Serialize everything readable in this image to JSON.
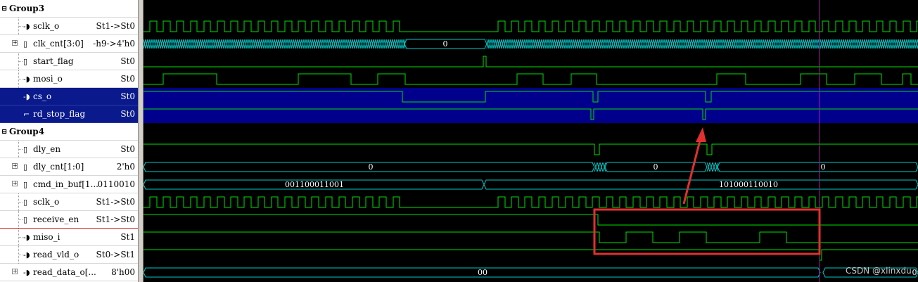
{
  "colors": {
    "signal": "#00e000",
    "bus": "#00c8c8",
    "selected_bg": "#00008c",
    "cursor": "#a020a0",
    "annotation": "#e03030"
  },
  "groups": [
    {
      "name": "Group3"
    },
    {
      "name": "Group4"
    }
  ],
  "signals": [
    {
      "name": "sclk_o",
      "value": "St1->St0",
      "icon": "output-port-icon",
      "expand": false,
      "selected": false
    },
    {
      "name": "clk_cnt[3:0]",
      "value": "-h9->4'h0",
      "icon": "bus-icon",
      "expand": true,
      "selected": false
    },
    {
      "name": "start_flag",
      "value": "St0",
      "icon": "reg-icon",
      "expand": false,
      "selected": false
    },
    {
      "name": "mosi_o",
      "value": "St0",
      "icon": "output-port-icon",
      "expand": false,
      "selected": false
    },
    {
      "name": "cs_o",
      "value": "St0",
      "icon": "output-port-icon",
      "expand": false,
      "selected": true
    },
    {
      "name": "rd_stop_flag",
      "value": "St0",
      "icon": "wire-icon",
      "expand": false,
      "selected": true
    },
    {
      "name": "dly_en",
      "value": "St0",
      "icon": "reg-icon",
      "expand": false,
      "selected": false
    },
    {
      "name": "dly_cnt[1:0]",
      "value": "2'h0",
      "icon": "bus-icon",
      "expand": true,
      "selected": false
    },
    {
      "name": "cmd_in_buf[1...",
      "value": "0110010",
      "icon": "bus-icon",
      "expand": true,
      "selected": false
    },
    {
      "name": "sclk_o",
      "value": "St1->St0",
      "icon": "reg-icon",
      "expand": false,
      "selected": false
    },
    {
      "name": "receive_en",
      "value": "St1->St0",
      "icon": "reg-icon",
      "expand": false,
      "selected": false
    },
    {
      "name": "miso_i",
      "value": "St1",
      "icon": "input-port-icon",
      "expand": false,
      "selected": false
    },
    {
      "name": "read_vld_o",
      "value": "St0->St1",
      "icon": "output-port-icon",
      "expand": false,
      "selected": false
    },
    {
      "name": "read_data_o[...",
      "value": "8'h00",
      "icon": "output-port-icon",
      "expand": true,
      "selected": false
    }
  ],
  "bus_values": {
    "clk_cnt": [
      "0"
    ],
    "dly_cnt": [
      "0",
      "0",
      "0"
    ],
    "cmd_in_buf": [
      "001100011001",
      "101000110010"
    ],
    "read_data": [
      "00",
      "0"
    ]
  },
  "watermark": "CSDN @xlinxdu"
}
